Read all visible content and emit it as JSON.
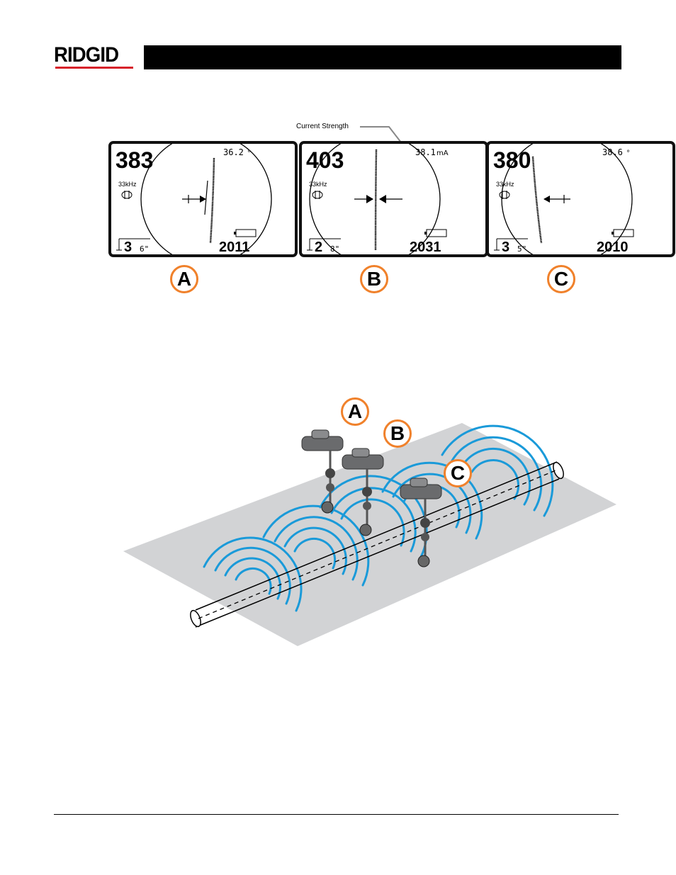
{
  "header": {
    "logo_text": "RIDGID"
  },
  "callout": {
    "label": "Current Strength"
  },
  "screens": [
    {
      "id": "A",
      "signal": "383",
      "reading": "36.2",
      "reading_unit": "°",
      "freq": "33kHz",
      "depth_ft": "3",
      "depth_in": "6\"",
      "code": "2011"
    },
    {
      "id": "B",
      "signal": "403",
      "reading": "38.1",
      "reading_unit": "mA",
      "freq": "33kHz",
      "depth_ft": "2",
      "depth_in": "8\"",
      "code": "2031"
    },
    {
      "id": "C",
      "signal": "380",
      "reading": "38.6",
      "reading_unit": "°",
      "freq": "33kHz",
      "depth_ft": "3",
      "depth_in": "5\"",
      "code": "2010"
    }
  ],
  "scene_labels": [
    "A",
    "B",
    "C"
  ],
  "colors": {
    "brand_red": "#d7222a",
    "badge_orange": "#f0812b",
    "field_blue": "#1a9ad9",
    "ground_gray": "#d2d3d5"
  }
}
